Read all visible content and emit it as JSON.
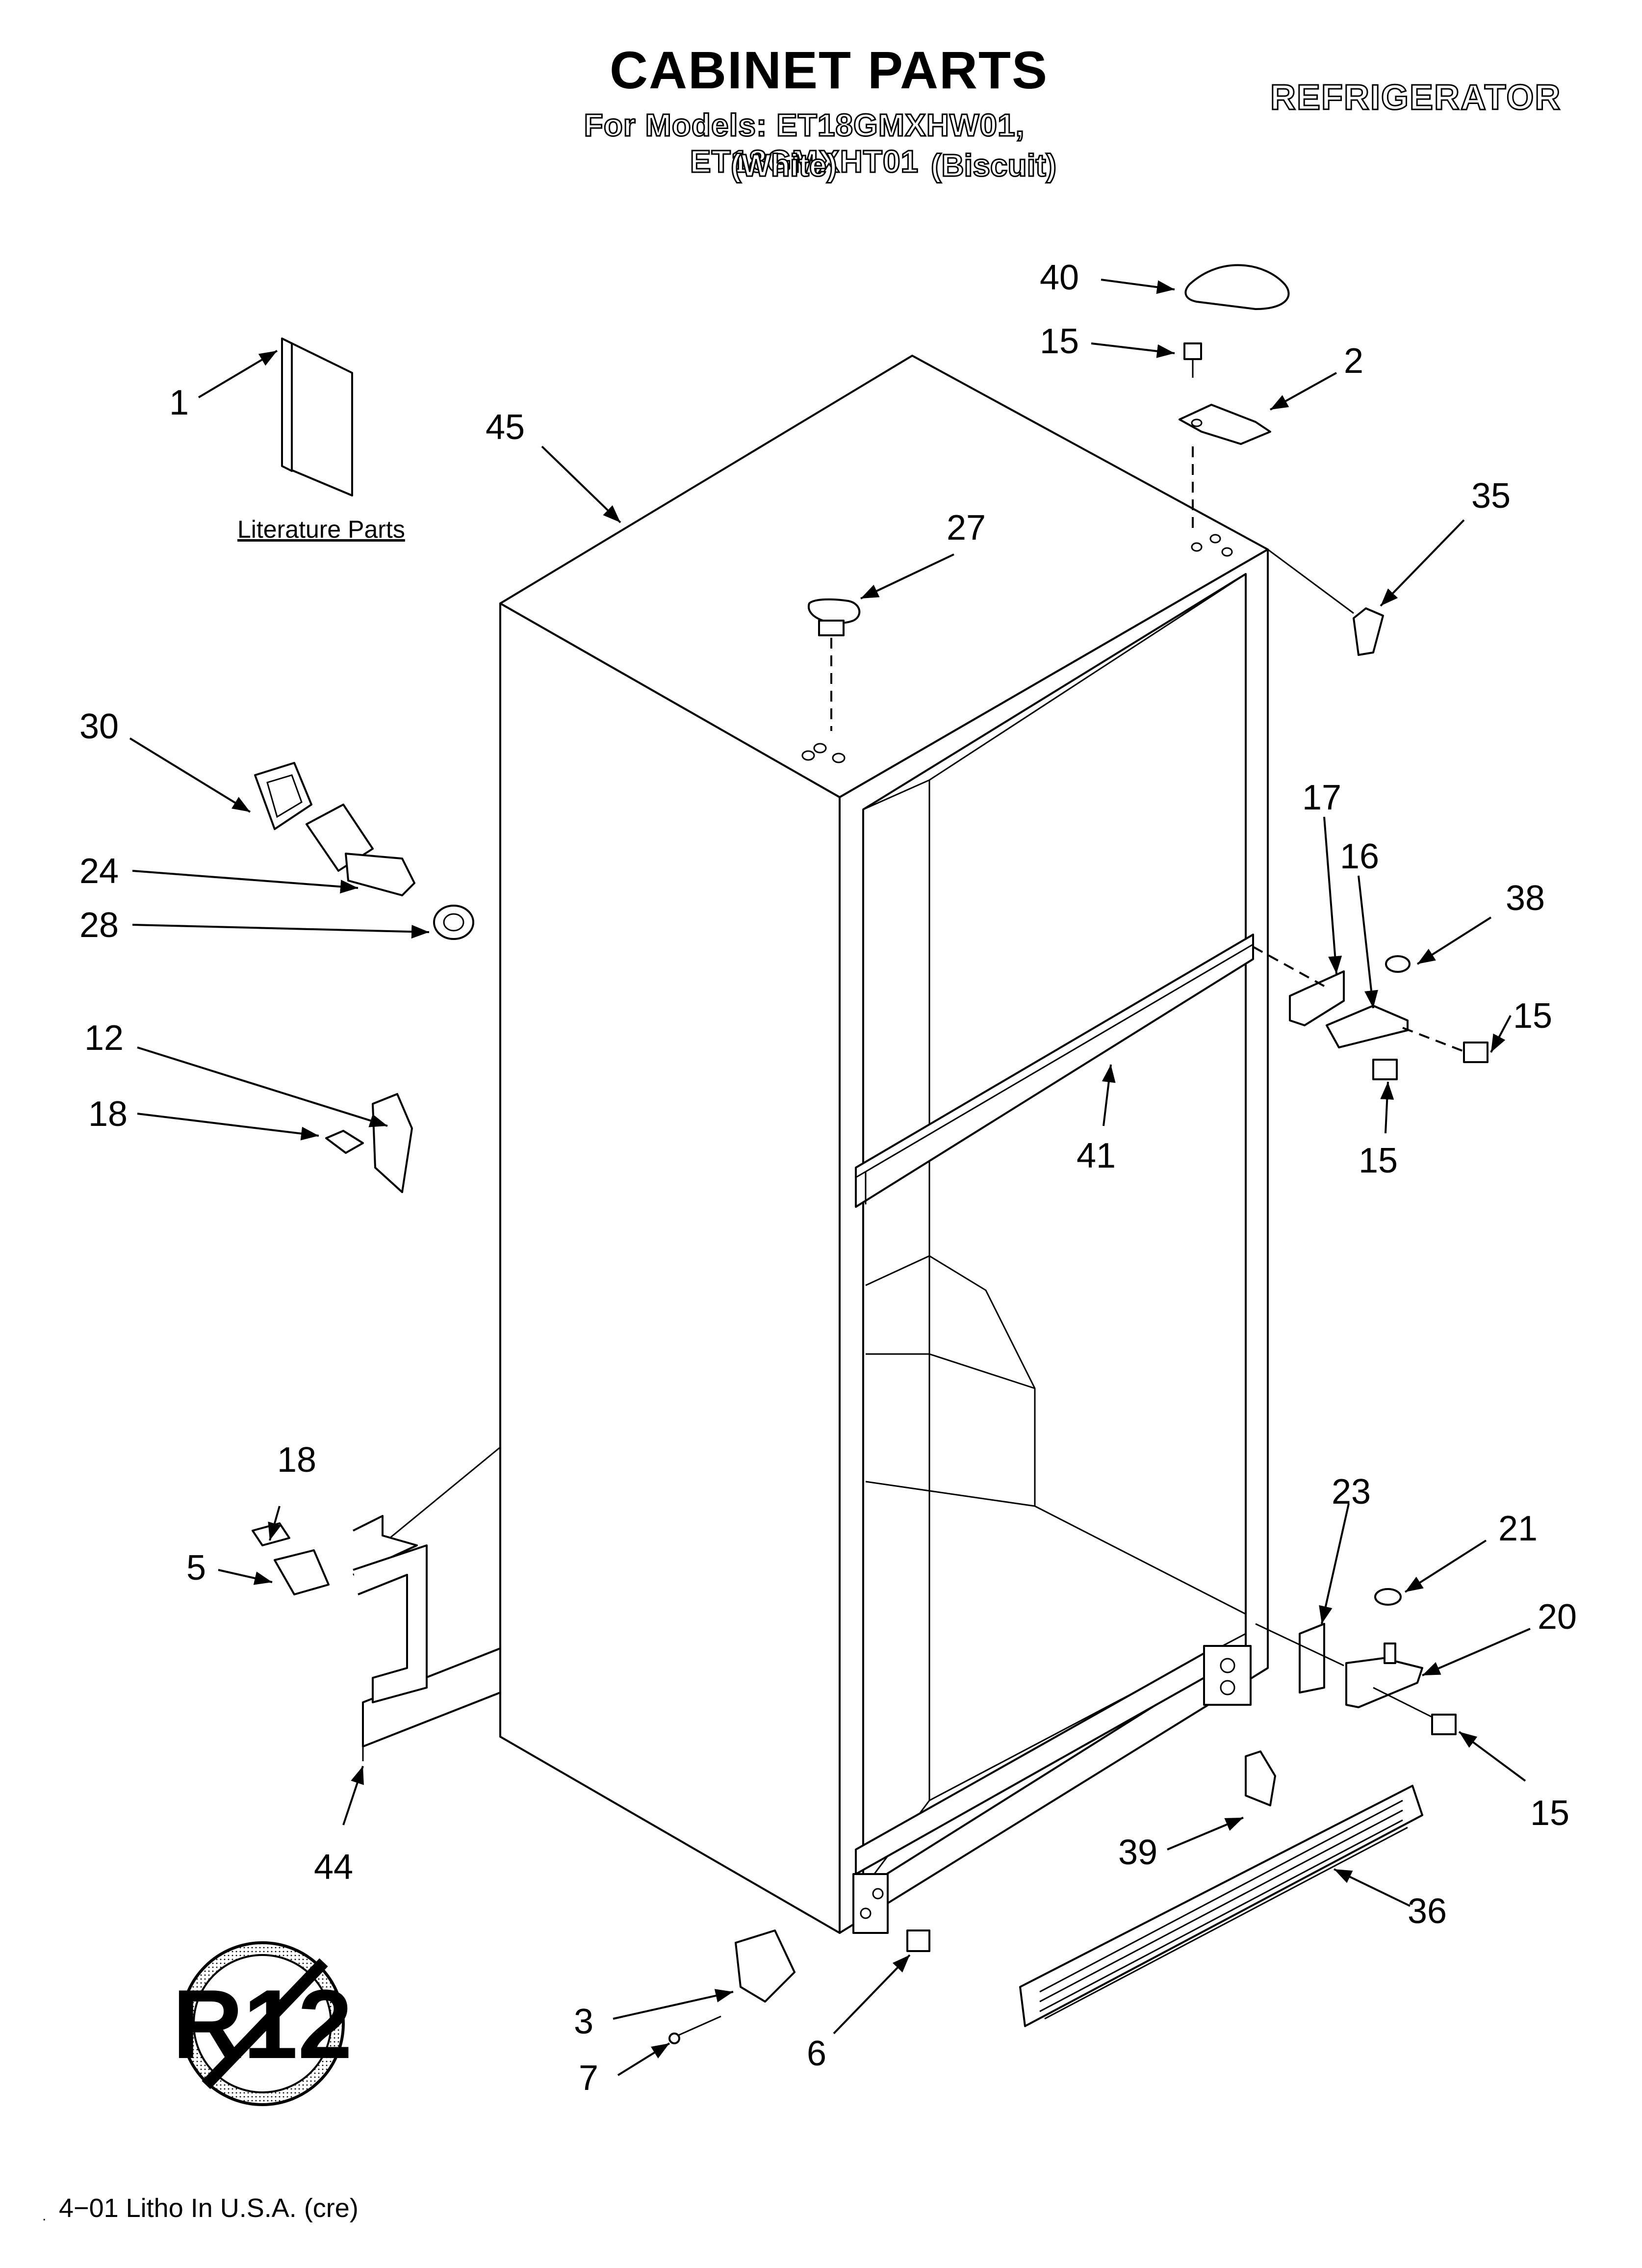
{
  "header": {
    "title": "CABINET PARTS",
    "models": "For Models: ET18GMXHW01, ET18GMXHT01",
    "variant_white": "(White)",
    "variant_biscuit": "(Biscuit)",
    "category": "REFRIGERATOR"
  },
  "literature_label": "Literature Parts",
  "footer": {
    "dot": ".",
    "text": "4−01 Litho In U.S.A. (cre)"
  },
  "callouts": {
    "c1": "1",
    "c2": "2",
    "c3": "3",
    "c5": "5",
    "c6": "6",
    "c7": "7",
    "c12": "12",
    "c15a": "15",
    "c15b": "15",
    "c15c": "15",
    "c15d": "15",
    "c16": "16",
    "c17": "17",
    "c18a": "18",
    "c18b": "18",
    "c20": "20",
    "c21": "21",
    "c23": "23",
    "c24": "24",
    "c27": "27",
    "c28": "28",
    "c30": "30",
    "c35": "35",
    "c36": "36",
    "c38": "38",
    "c39": "39",
    "c40": "40",
    "c41": "41",
    "c44": "44",
    "c45": "45"
  },
  "badge": {
    "text": "R12"
  }
}
